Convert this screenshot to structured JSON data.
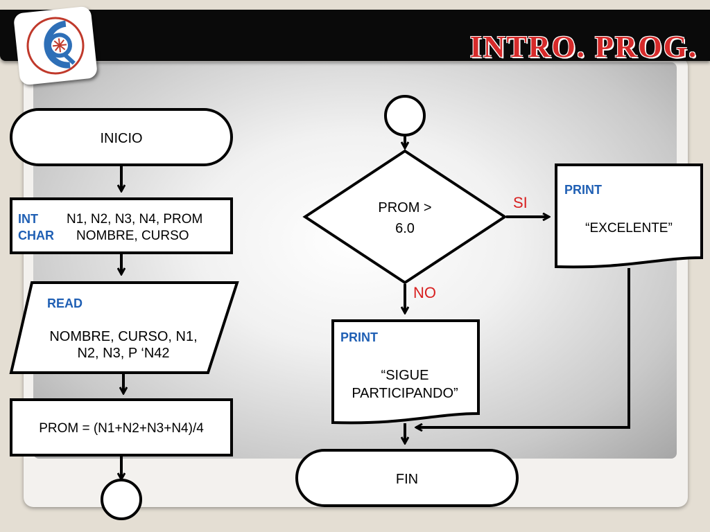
{
  "header": {
    "title": "INTRO. PROG."
  },
  "flowchart": {
    "start_label": "INICIO",
    "declare": {
      "kw_int": "INT",
      "int_vars": "N1, N2, N3, N4, PROM",
      "kw_char": "CHAR",
      "char_vars": "NOMBRE, CURSO"
    },
    "read": {
      "kw": "READ",
      "line1": "NOMBRE, CURSO, N1,",
      "line2": "N2, N3, P ‘N42"
    },
    "assign_label": "PROM = (N1+N2+N3+N4)/4",
    "decision": {
      "line1": "PROM >",
      "line2": "6.0",
      "yes_label": "SI",
      "no_label": "NO"
    },
    "print_yes": {
      "kw": "PRINT",
      "text": "“EXCELENTE”"
    },
    "print_no": {
      "kw": "PRINT",
      "line1": "“SIGUE",
      "line2": "PARTICIPANDO”"
    },
    "end_label": "FIN"
  },
  "colors": {
    "header_bg": "#0a0a0a",
    "title_red": "#d62a2a",
    "keyword_blue": "#1f5fb4",
    "branch_red": "#d82020"
  }
}
